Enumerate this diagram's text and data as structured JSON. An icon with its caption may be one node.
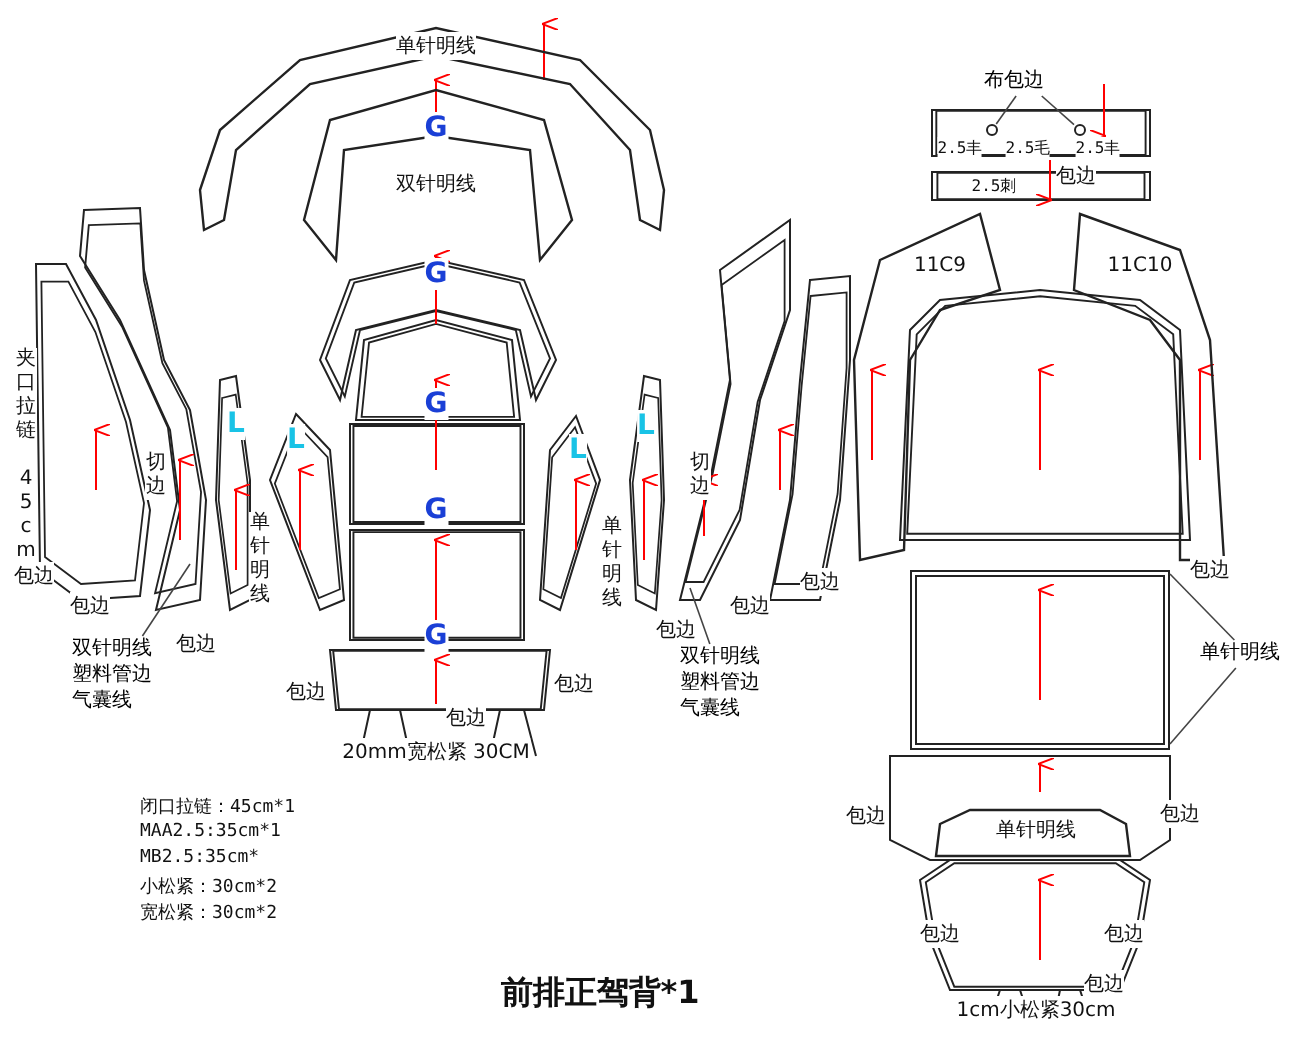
{
  "diagram": {
    "title": "前排正驾背*1",
    "nodes": [
      {
        "text": [
          "单针明线"
        ]
      },
      {
        "text": [
          "布包边"
        ]
      },
      {
        "text": [
          "双针明线"
        ]
      },
      {
        "text": [
          "11C9"
        ]
      },
      {
        "text": [
          "11C10"
        ]
      },
      {
        "text": [
          "双针明线塑料管边气囊线"
        ]
      },
      {
        "text": [
          "双针明线塑料管边气囊线"
        ]
      },
      {
        "text": [
          "单针明线"
        ]
      },
      {
        "text": [
          "单针明线"
        ]
      },
      {
        "text": [],
        "shape": "circle"
      },
      {
        "text": [],
        "shape": "circle"
      },
      {
        "text": [],
        "shape": "box"
      }
    ],
    "edges": [
      {
        "from": 1,
        "to": 9,
        "arrow": "none"
      },
      {
        "from": 1,
        "to": 10,
        "arrow": "none"
      },
      {
        "from": 5,
        "to": null,
        "arrow": "none"
      },
      {
        "from": 6,
        "to": null,
        "arrow": "none"
      },
      {
        "from": 7,
        "to": 11,
        "arrow": "none"
      },
      {
        "from": 7,
        "to": 11,
        "arrow": "none"
      }
    ],
    "labels": [
      "G",
      "G",
      "G",
      "G",
      "G",
      "L",
      "L",
      "L",
      "L",
      "夹口拉链",
      "45 cm",
      "切边",
      "切边",
      "单针明线",
      "单针明线",
      "2.5丰",
      "2.5毛",
      "2.5丰",
      "2.5刺",
      "包边",
      "包边",
      "包边",
      "包边",
      "包边",
      "包边",
      "包边",
      "包边",
      "包边",
      "包边",
      "包边",
      "包边",
      "包边",
      "包边",
      "包边",
      "包边",
      "20mm宽松紧 30CM",
      "闭口拉链：45cm*1",
      "MAA2.5:35cm*1",
      "MB2.5:35cm*",
      "小松紧：30cm*2",
      "宽松紧：30cm*2",
      "1cm小松紧30cm"
    ]
  }
}
